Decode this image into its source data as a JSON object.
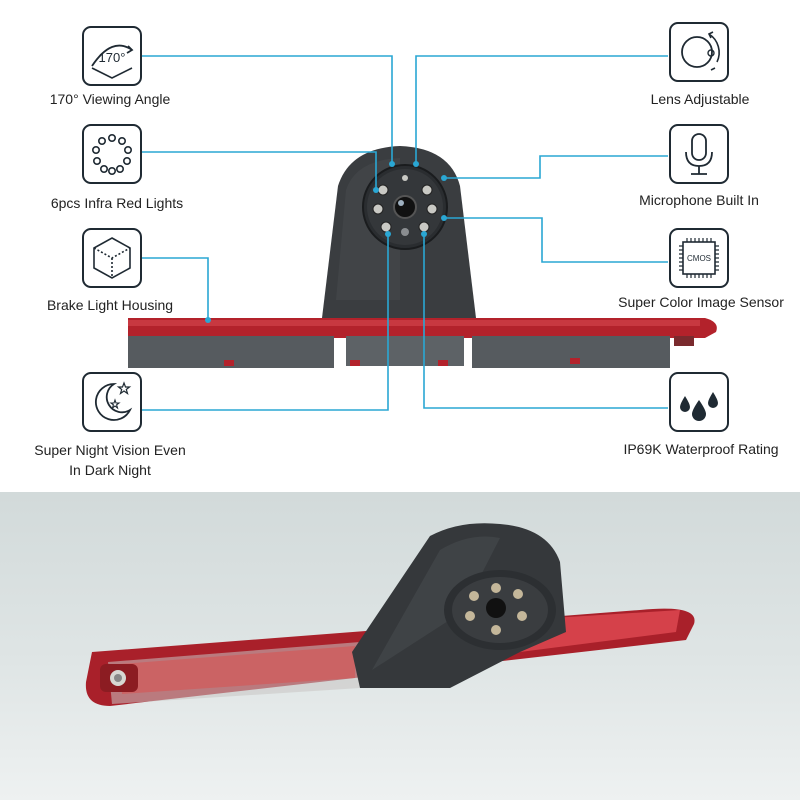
{
  "features": {
    "viewing_angle": {
      "label": "170° Viewing Angle",
      "icon_text": "170°",
      "icon": "angle-arc-icon"
    },
    "infrared": {
      "label": "6pcs Infra Red Lights",
      "icon": "led-ring-icon"
    },
    "housing": {
      "label": "Brake Light Housing",
      "icon": "cube-icon"
    },
    "night_vision": {
      "label_line1": "Super Night Vision Even",
      "label_line2": "In Dark Night",
      "icon": "moon-stars-icon"
    },
    "lens": {
      "label": "Lens Adjustable",
      "icon": "rotate-lens-icon"
    },
    "microphone": {
      "label": "Microphone Built In",
      "icon": "microphone-icon"
    },
    "sensor": {
      "label": "Super Color Image Sensor",
      "icon_text": "CMOS",
      "icon": "cmos-chip-icon"
    },
    "waterproof": {
      "label": "IP69K Waterproof Rating",
      "icon": "water-drops-icon"
    }
  },
  "colors": {
    "line": "#2aa7d4",
    "icon_stroke": "#1f2a33",
    "lamp_red": "#b3222b",
    "camera_body": "#3a3d40"
  }
}
